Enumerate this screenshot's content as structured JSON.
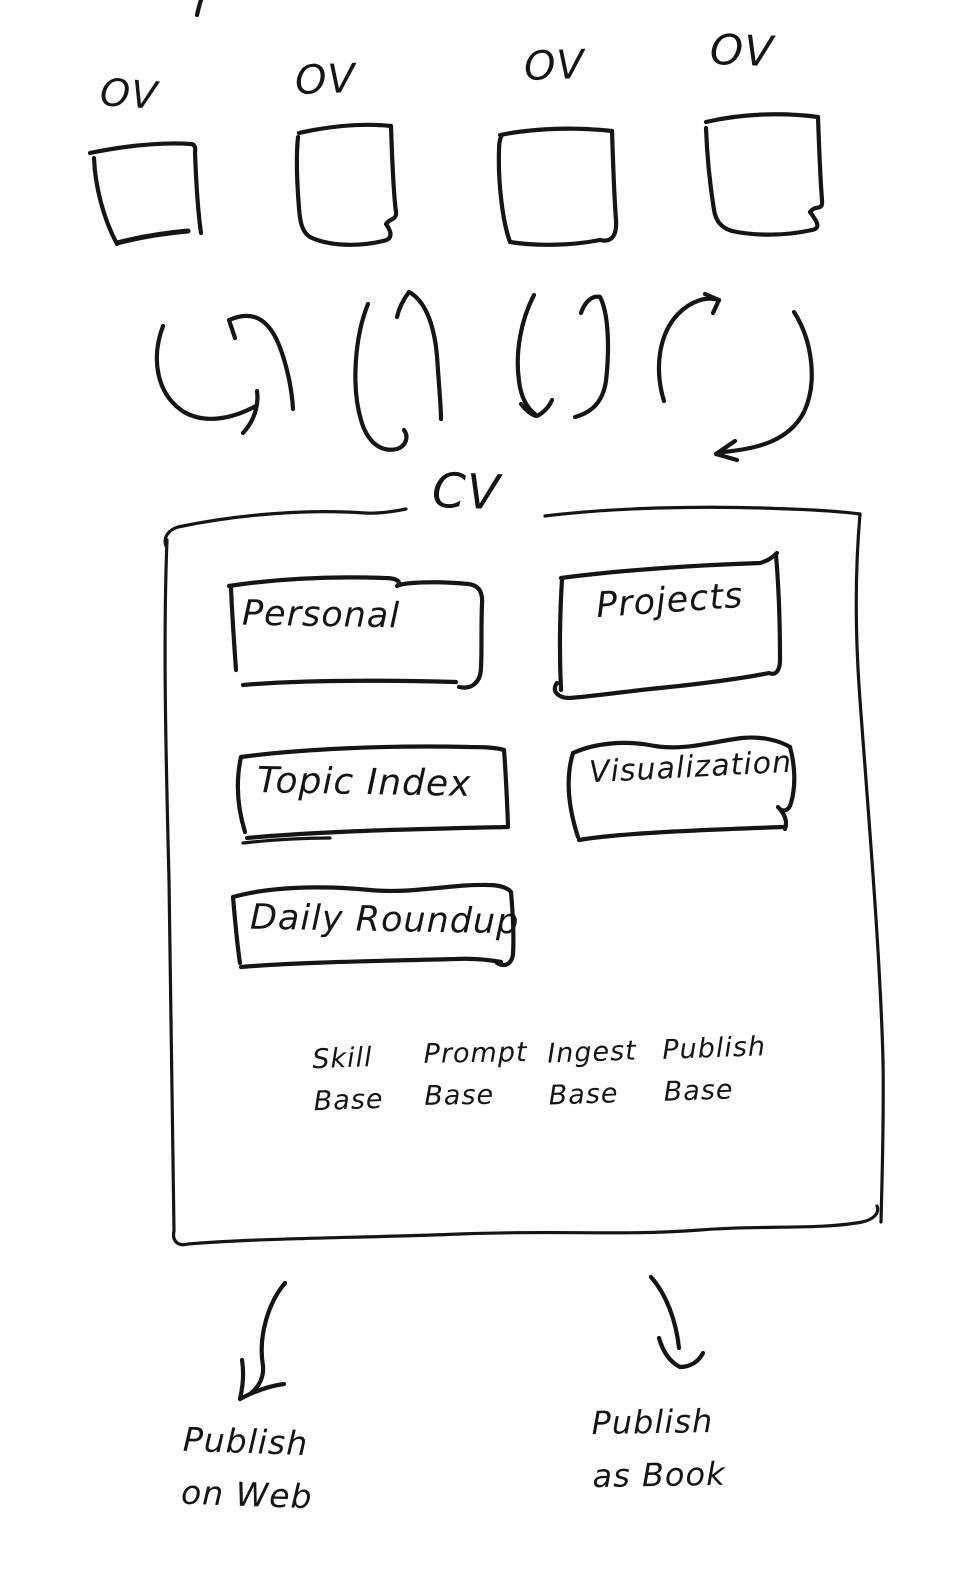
{
  "palette": {
    "ink": "#151515",
    "background": "#ffffff"
  },
  "nodes": {
    "ov": [
      {
        "label": "OV"
      },
      {
        "label": "OV"
      },
      {
        "label": "OV"
      },
      {
        "label": "OV"
      }
    ],
    "cv": {
      "label": "CV"
    }
  },
  "cv_modules": {
    "personal": {
      "label": "Personal"
    },
    "projects": {
      "label": "Projects"
    },
    "topic_index": {
      "label": "Topic Index"
    },
    "visualization": {
      "label": "Visualization"
    },
    "daily_roundup": {
      "label": "Daily Roundup"
    }
  },
  "bases": [
    {
      "label": "Skill\nBase"
    },
    {
      "label": "Prompt\nBase"
    },
    {
      "label": "Ingest\nBase"
    },
    {
      "label": "Publish\nBase"
    }
  ],
  "outputs": {
    "web": {
      "label": "Publish\non Web"
    },
    "book": {
      "label": "Publish\nas Book"
    }
  }
}
